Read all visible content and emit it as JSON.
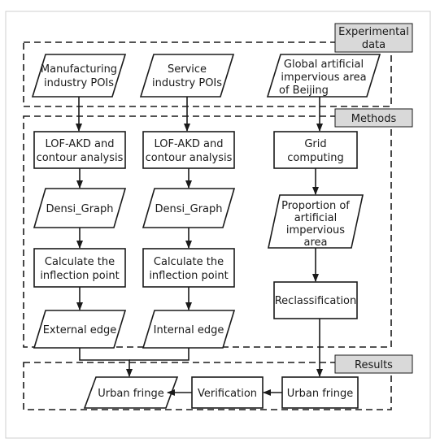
{
  "sections": {
    "experimental_data": [
      "Experimental",
      "data"
    ],
    "methods": "Methods",
    "results": "Results"
  },
  "nodes": {
    "manufacturing_pois": [
      "Manufacturing",
      "industry POIs"
    ],
    "service_pois": [
      "Service",
      "industry POIs"
    ],
    "impervious_area": [
      "Global artificial",
      "impervious area",
      "of Beijing"
    ],
    "lof_akd_1": [
      "LOF-AKD and",
      "contour analysis"
    ],
    "lof_akd_2": [
      "LOF-AKD and",
      "contour analysis"
    ],
    "grid_computing": [
      "Grid",
      "computing"
    ],
    "densi_graph_1": "Densi_Graph",
    "densi_graph_2": "Densi_Graph",
    "proportion": [
      "Proportion of",
      "artificial",
      "impervious",
      "area"
    ],
    "inflection_1": [
      "Calculate the",
      "inflection point"
    ],
    "inflection_2": [
      "Calculate the",
      "inflection point"
    ],
    "reclassification": "Reclassification",
    "external_edge": "External edge",
    "internal_edge": "Internal edge",
    "urban_fringe_left": "Urban fringe",
    "verification": "Verification",
    "urban_fringe_right": "Urban fringe"
  },
  "colors": {
    "stroke": "#1a1a1a",
    "tag_fill": "#d9d9d9",
    "background": "#ffffff"
  }
}
